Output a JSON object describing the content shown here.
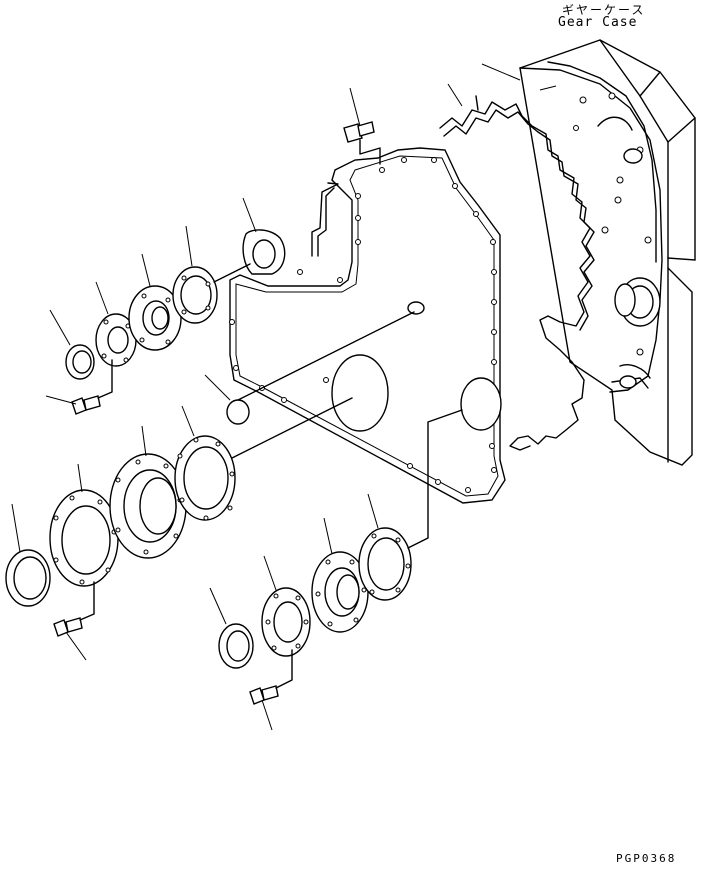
{
  "labels": {
    "gear_case_jp": "ギヤーケース",
    "gear_case_en": "Gear Case",
    "drawing_code": "PGP0368"
  },
  "colors": {
    "line": "#000000",
    "background": "#ffffff"
  }
}
